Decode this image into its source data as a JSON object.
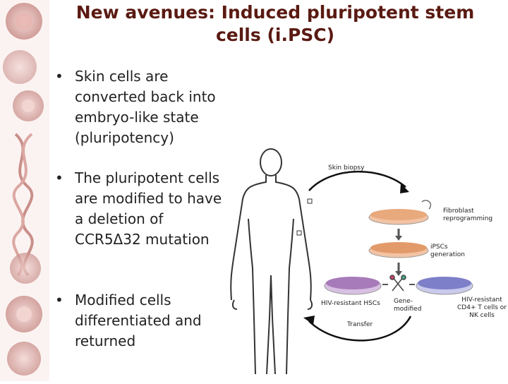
{
  "title": "New avenues: Induced pluripotent stem cells (i.PSC)",
  "bullets": [
    "Skin cells are converted back into embryo-like state (pluripotency)",
    "The pluripotent cells are modified to have a deletion of CCR5Δ32 mutation",
    "Modified cells differentiated and returned"
  ],
  "diagram": {
    "skin_biopsy": "Skin biopsy",
    "fibroblast": "Fibroblast reprogramming",
    "ipscs": "iPSCs generation",
    "hsc": "HIV-resistant HSCs",
    "gene": "Gene-modified",
    "tcells": "HIV-resistant CD4+ T cells or NK cells",
    "transfer": "Transfer"
  },
  "colors": {
    "title": "#5a1a12",
    "sidebar": "#c98f8a",
    "cells_orange": "#e8a97c",
    "cells_purple": "#a77bb9",
    "cells_blue": "#7d7fc8"
  }
}
